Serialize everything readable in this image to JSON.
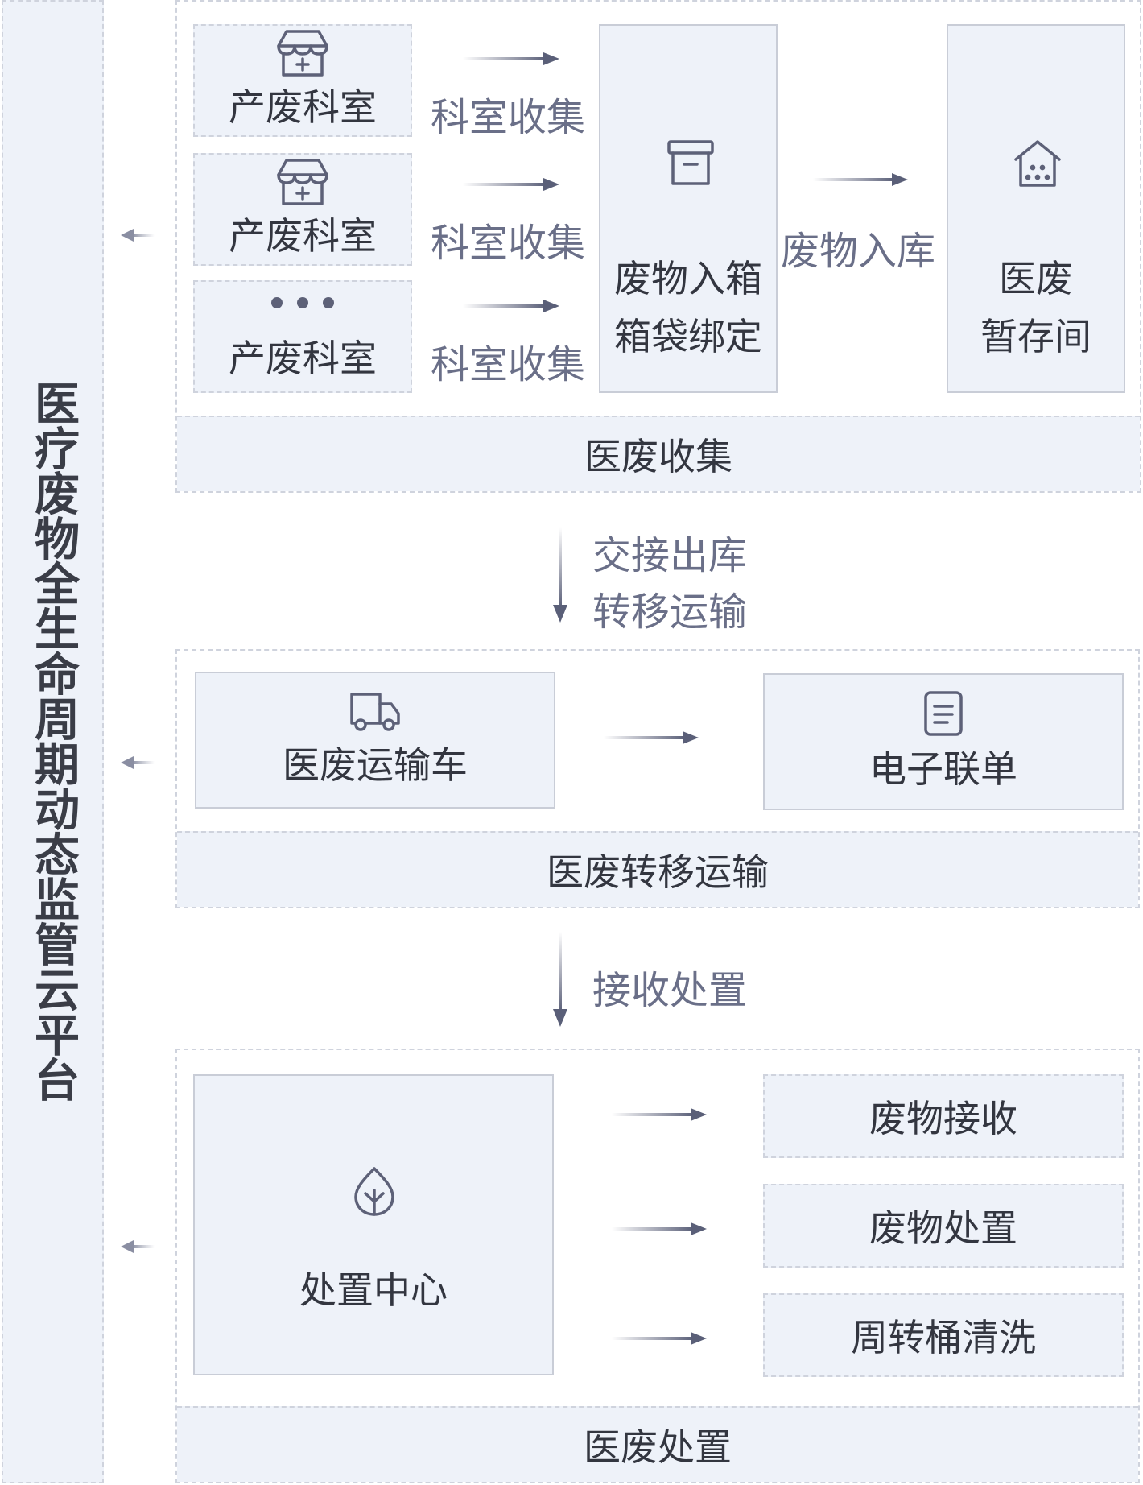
{
  "platform": {
    "title": "医疗废物全生命周期动态监管云平台"
  },
  "collection": {
    "footer": "医废收集",
    "departments": [
      {
        "label": "产废科室",
        "icon": "clinic-icon"
      },
      {
        "label": "产废科室",
        "icon": "clinic-icon"
      },
      {
        "label": "产废科室",
        "icon": "more-dots-icon"
      }
    ],
    "collect_labels": [
      "科室收集",
      "科室收集",
      "科室收集"
    ],
    "binding_box": {
      "line1": "废物入箱",
      "line2": "箱袋绑定",
      "icon": "archive-box-icon"
    },
    "storage_label": "废物入库",
    "storage_box": {
      "line1": "医废",
      "line2": "暂存间",
      "icon": "warehouse-icon"
    }
  },
  "handover": {
    "line1": "交接出库",
    "line2": "转移运输"
  },
  "transport": {
    "footer": "医废转移运输",
    "vehicle": {
      "label": "医废运输车",
      "icon": "truck-icon"
    },
    "manifest": {
      "label": "电子联单",
      "icon": "document-icon"
    }
  },
  "receive": {
    "label": "接收处置"
  },
  "disposal": {
    "footer": "医废处置",
    "center": {
      "label": "处置中心",
      "icon": "leaf-icon"
    },
    "steps": [
      "废物接收",
      "废物处置",
      "周转桶清洗"
    ]
  },
  "colors": {
    "box_fill": "#eef2f9",
    "border": "#cfd3dd",
    "arrow": "#5a5f78",
    "flow_text": "#6a6f88"
  }
}
